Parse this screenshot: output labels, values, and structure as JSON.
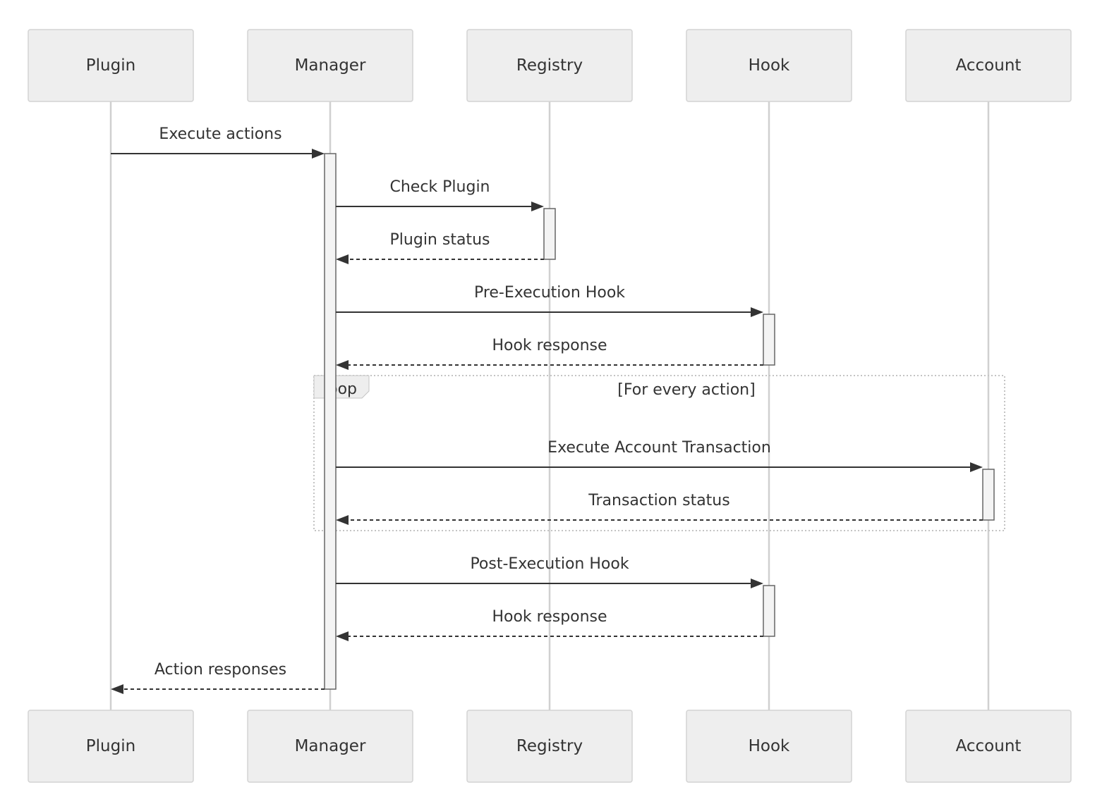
{
  "participants": [
    {
      "id": "plugin",
      "label": "Plugin"
    },
    {
      "id": "manager",
      "label": "Manager"
    },
    {
      "id": "registry",
      "label": "Registry"
    },
    {
      "id": "hook",
      "label": "Hook"
    },
    {
      "id": "account",
      "label": "Account"
    }
  ],
  "messages": [
    {
      "id": "m1",
      "from": "plugin",
      "to": "manager",
      "label": "Execute actions",
      "style": "solid"
    },
    {
      "id": "m2",
      "from": "manager",
      "to": "registry",
      "label": "Check Plugin",
      "style": "solid"
    },
    {
      "id": "m3",
      "from": "registry",
      "to": "manager",
      "label": "Plugin status",
      "style": "dashed"
    },
    {
      "id": "m4",
      "from": "manager",
      "to": "hook",
      "label": "Pre-Execution Hook",
      "style": "solid"
    },
    {
      "id": "m5",
      "from": "hook",
      "to": "manager",
      "label": "Hook response",
      "style": "dashed"
    },
    {
      "id": "m6",
      "from": "manager",
      "to": "account",
      "label": "Execute Account Transaction",
      "style": "solid"
    },
    {
      "id": "m7",
      "from": "account",
      "to": "manager",
      "label": "Transaction status",
      "style": "dashed"
    },
    {
      "id": "m8",
      "from": "manager",
      "to": "hook",
      "label": "Post-Execution Hook",
      "style": "solid"
    },
    {
      "id": "m9",
      "from": "hook",
      "to": "manager",
      "label": "Hook response",
      "style": "dashed"
    },
    {
      "id": "m10",
      "from": "manager",
      "to": "plugin",
      "label": "Action responses",
      "style": "dashed"
    }
  ],
  "loop": {
    "label": "loop",
    "condition": "[For every action]",
    "covers": [
      "m6",
      "m7"
    ]
  },
  "colors": {
    "actor_fill": "#eeeeee",
    "actor_border": "#d3d3d3",
    "lifeline": "#d0d0d0",
    "line": "#333333",
    "text": "#333333"
  }
}
